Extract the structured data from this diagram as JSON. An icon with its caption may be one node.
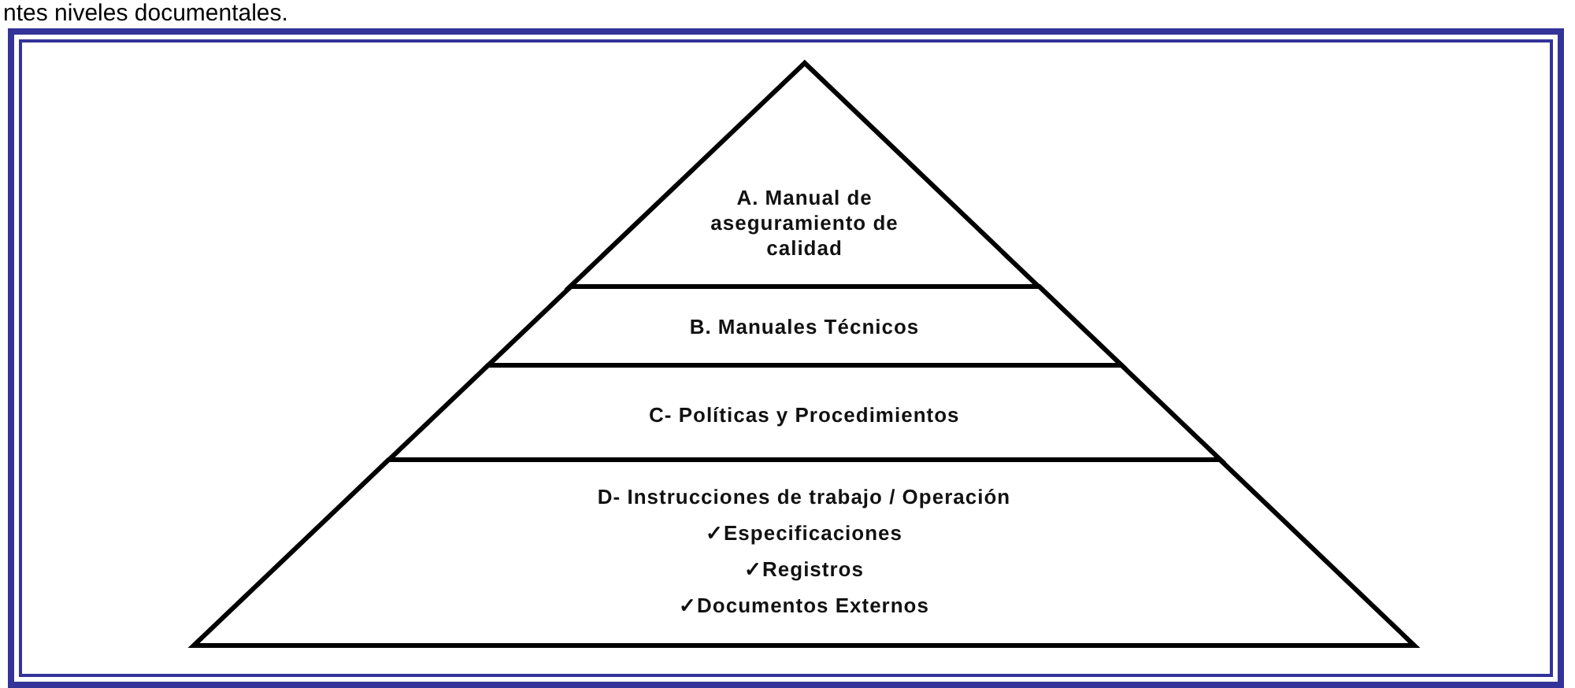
{
  "diagram": {
    "nodes": [
      {
        "text": [
          "A. Manual de aseguramiento de calidad"
        ]
      },
      {
        "text": [
          "B. Manuales Técnicos"
        ]
      },
      {
        "text": [
          "C- Políticas y Procedimientos"
        ]
      },
      {
        "text": [
          "D- Instrucciones de trabajo / Operación",
          "✓Especificaciones",
          "✓Registros",
          "✓Documentos Externos"
        ]
      }
    ],
    "edges": [],
    "labels": [
      "ntes niveles documentales."
    ]
  }
}
